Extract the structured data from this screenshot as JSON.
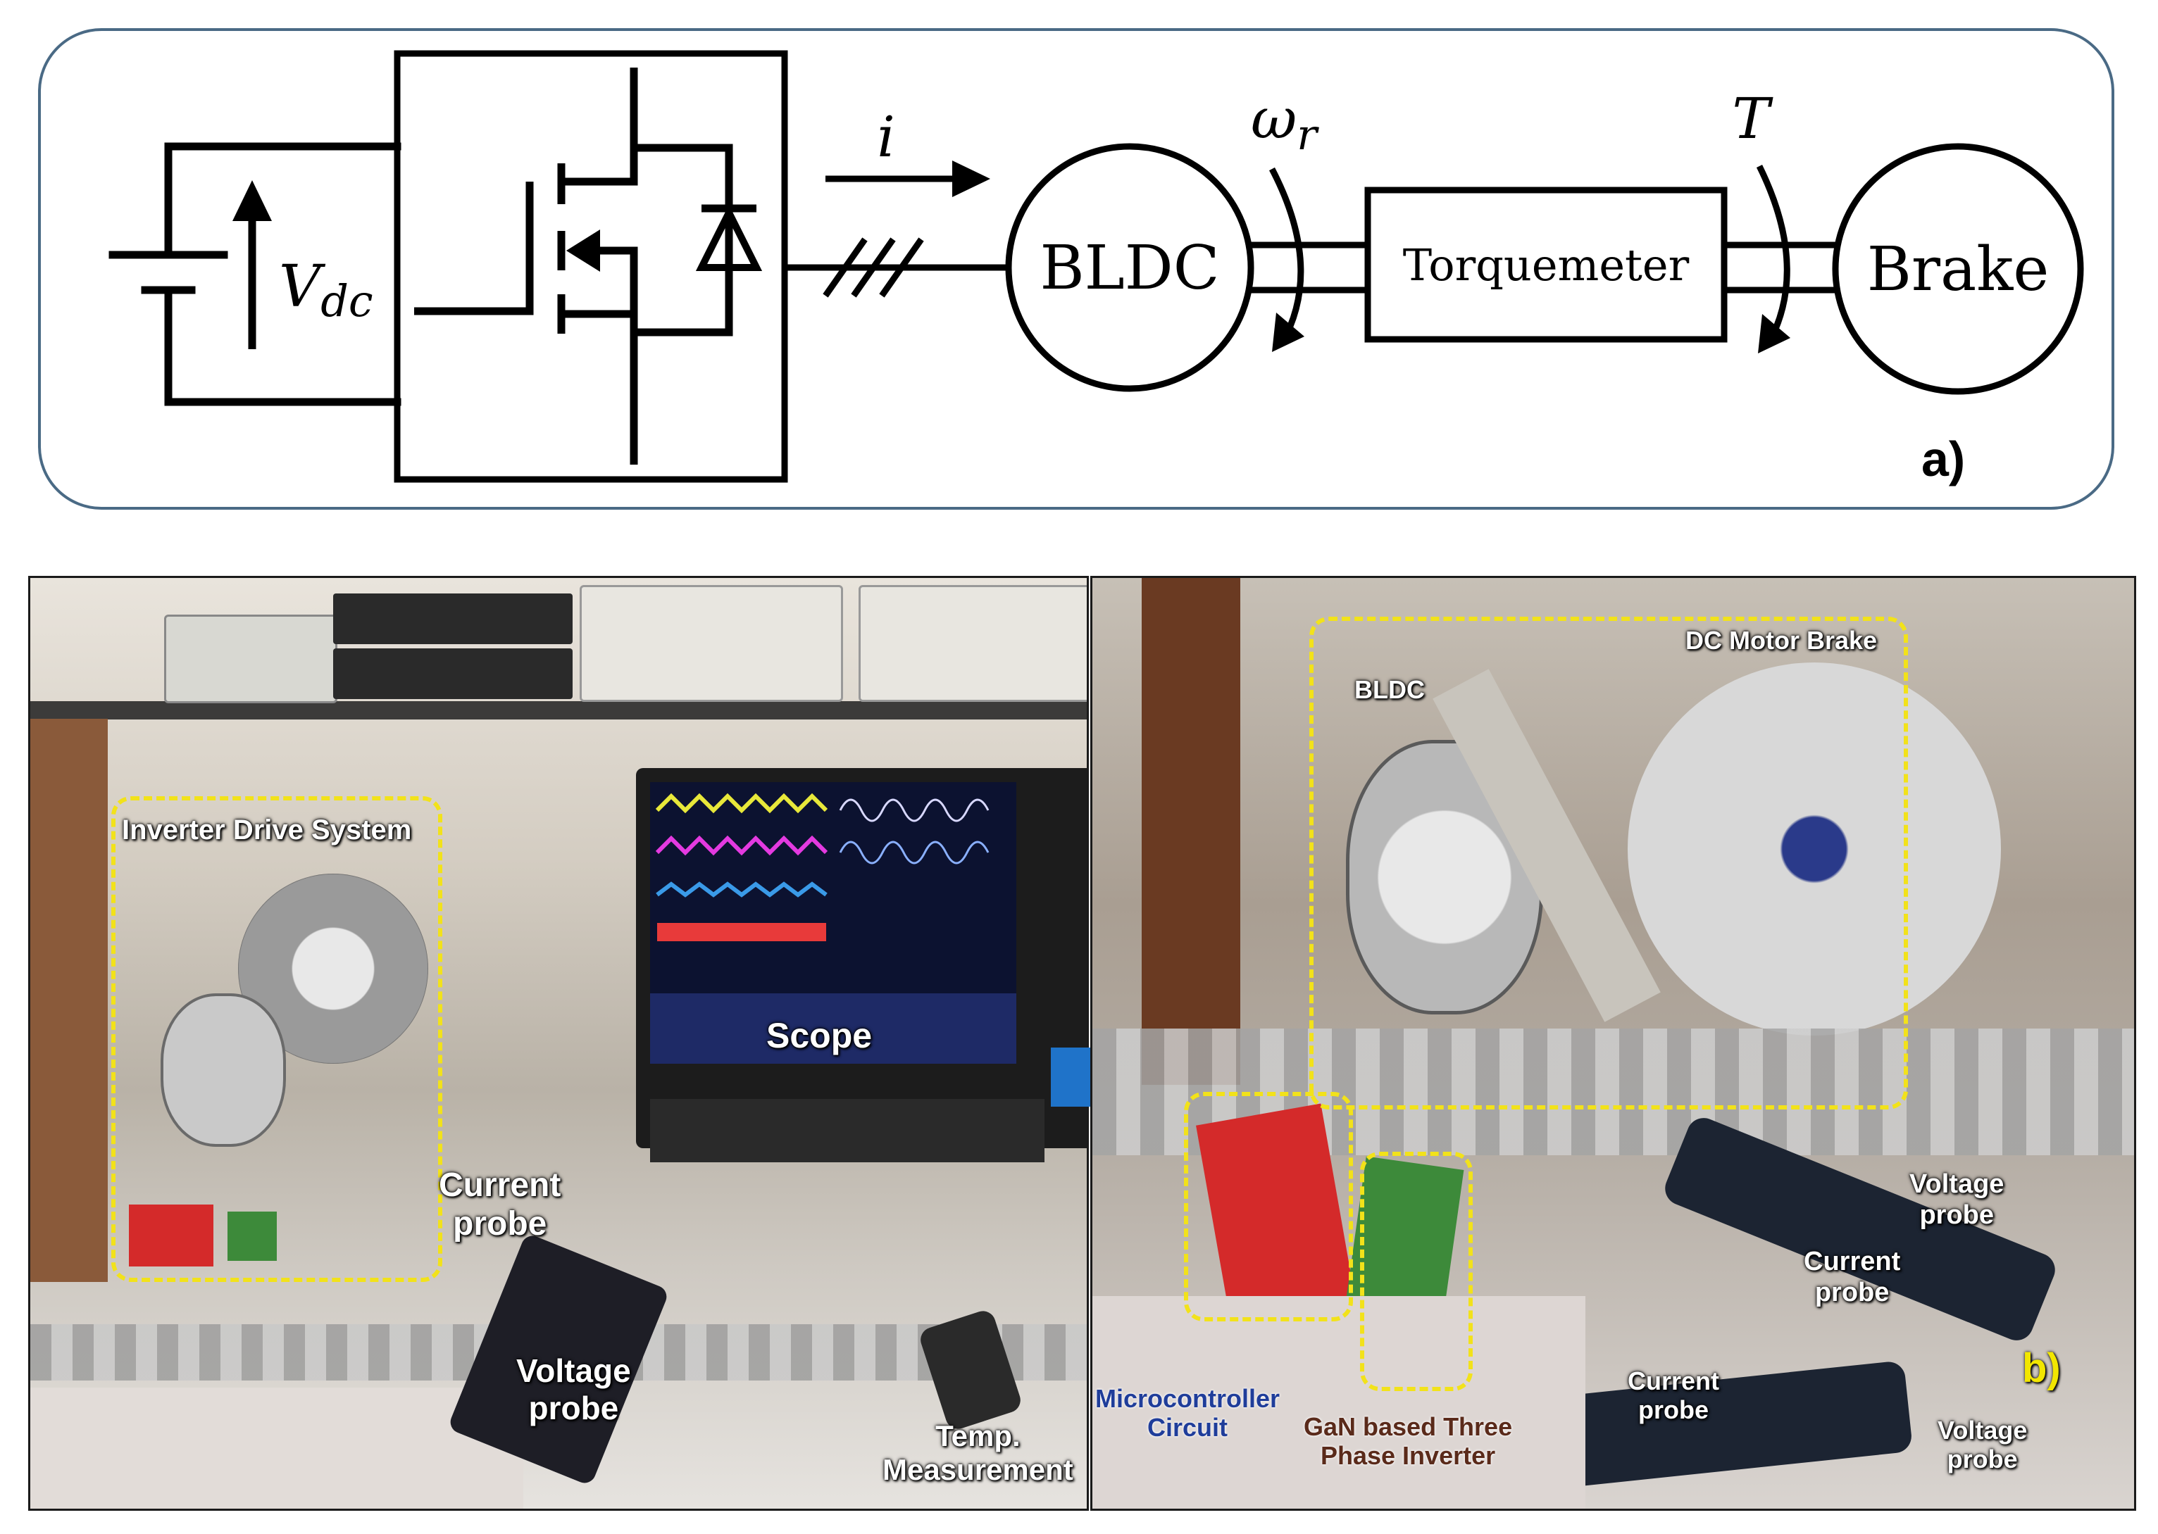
{
  "diagram": {
    "voltage_label": "V",
    "voltage_subscript": "dc",
    "current_label": "i",
    "speed_label": "ω",
    "speed_subscript": "r",
    "torque_label": "T",
    "motor_label": "BLDC",
    "torquemeter_label": "Torquemeter",
    "brake_label": "Brake",
    "panel_label": "a)"
  },
  "photo_left": {
    "inverter_drive_system": "Inverter Drive System",
    "scope": "Scope",
    "current_probe": [
      "Current",
      "probe"
    ],
    "voltage_probe": [
      "Voltage",
      "probe"
    ],
    "temp_measurement": [
      "Temp.",
      "Measurement"
    ]
  },
  "photo_right": {
    "bldc": "BLDC",
    "dc_motor_brake": "DC Motor Brake",
    "voltage_probe_top": [
      "Voltage",
      "probe"
    ],
    "current_probe_top": [
      "Current",
      "probe"
    ],
    "current_probe_bottom": [
      "Current",
      "probe"
    ],
    "voltage_probe_bottom": [
      "Voltage",
      "probe"
    ],
    "microcontroller": [
      "Microcontroller",
      "Circuit"
    ],
    "gan_inverter": [
      "GaN based Three",
      "Phase Inverter"
    ],
    "panel_label": "b)"
  },
  "colors": {
    "frame_stroke": "#4a6a85",
    "line": "#000000",
    "dashed_box": "#f2e21a",
    "arrow_blue": "#1f73c9"
  }
}
